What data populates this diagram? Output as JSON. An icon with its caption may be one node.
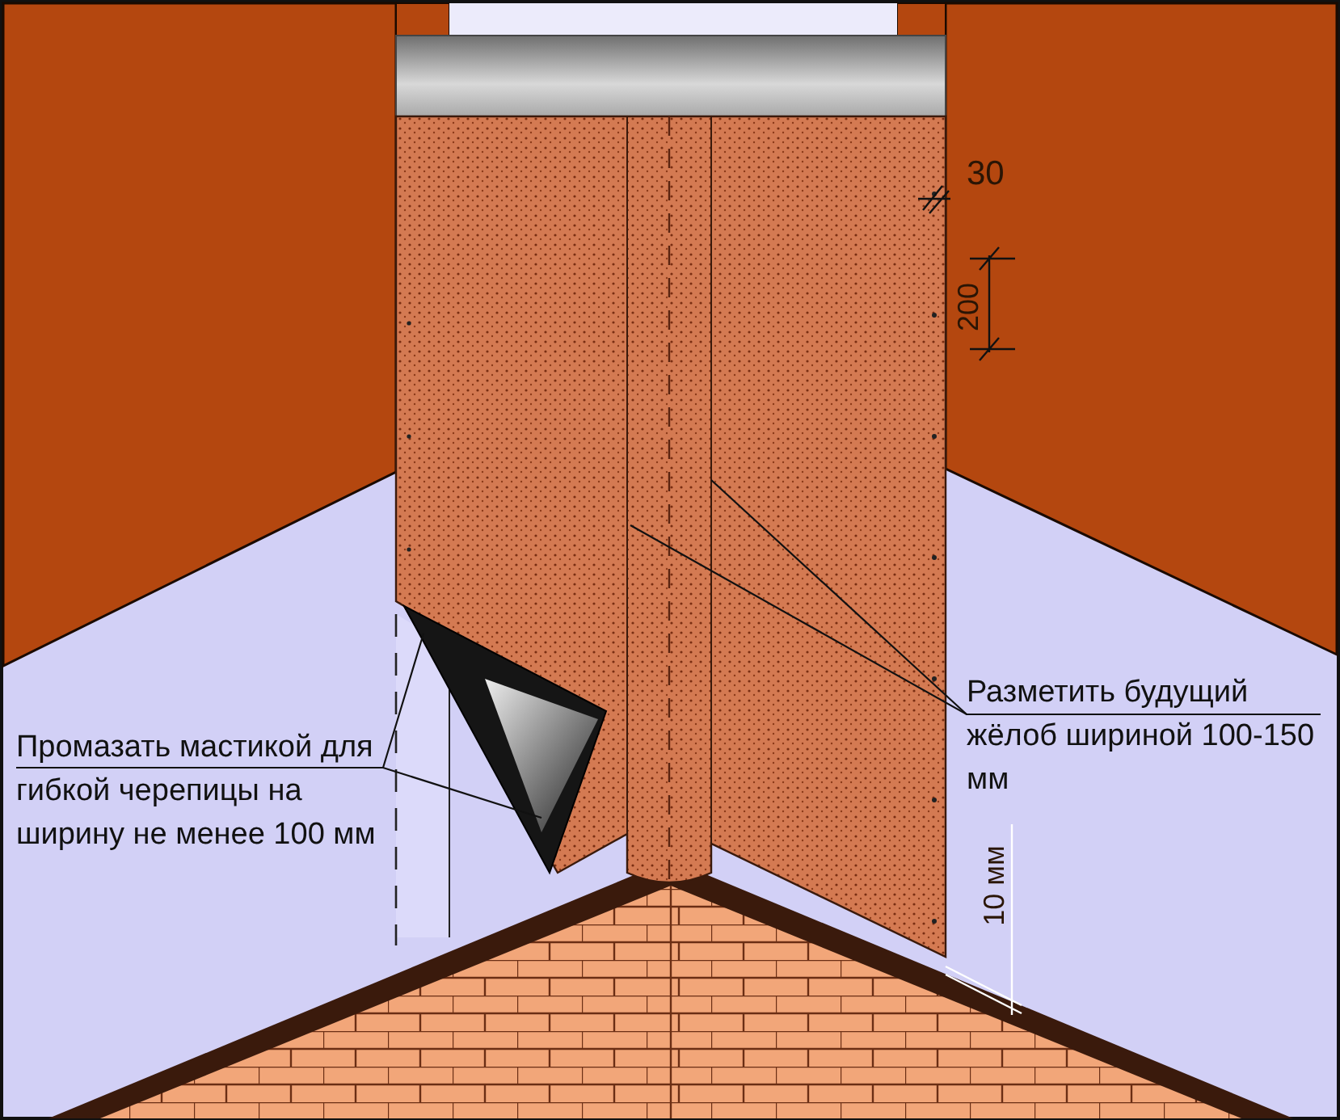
{
  "diagram": {
    "nodes": [
      {
        "text": [
          "Промазать мастикой для гибкой черепицы на ширину не менее 100 мм"
        ]
      },
      {
        "text": [
          "Разметить будущий жёлоб шириной 100-150 мм"
        ]
      }
    ],
    "edges": [
      {
        "from": 0,
        "to": null,
        "arrow": "none"
      },
      {
        "from": 0,
        "to": null,
        "arrow": "none"
      },
      {
        "from": 1,
        "to": null,
        "arrow": "none"
      },
      {
        "from": 1,
        "to": null,
        "arrow": "none"
      }
    ],
    "labels": [
      "30",
      "200",
      "10 мм"
    ]
  }
}
